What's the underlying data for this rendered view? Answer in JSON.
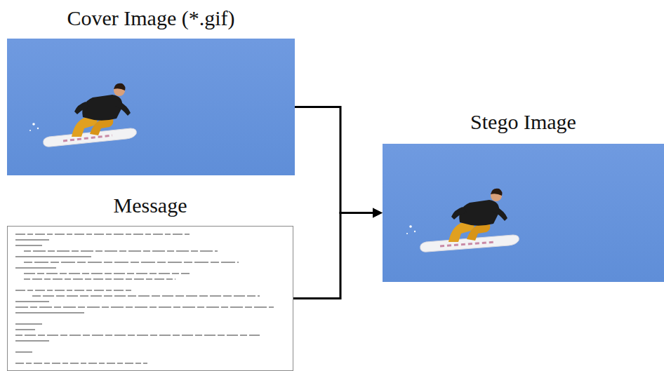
{
  "diagram": {
    "nodes": [
      {
        "text": [
          "Cover Image (*.gif)"
        ]
      },
      {
        "text": [
          "Message"
        ]
      },
      {
        "text": [
          "Stego Image"
        ]
      }
    ],
    "edges": [
      {
        "from": 0,
        "to": 2,
        "arrow": "to"
      },
      {
        "from": 1,
        "to": 2,
        "arrow": "to"
      }
    ]
  }
}
